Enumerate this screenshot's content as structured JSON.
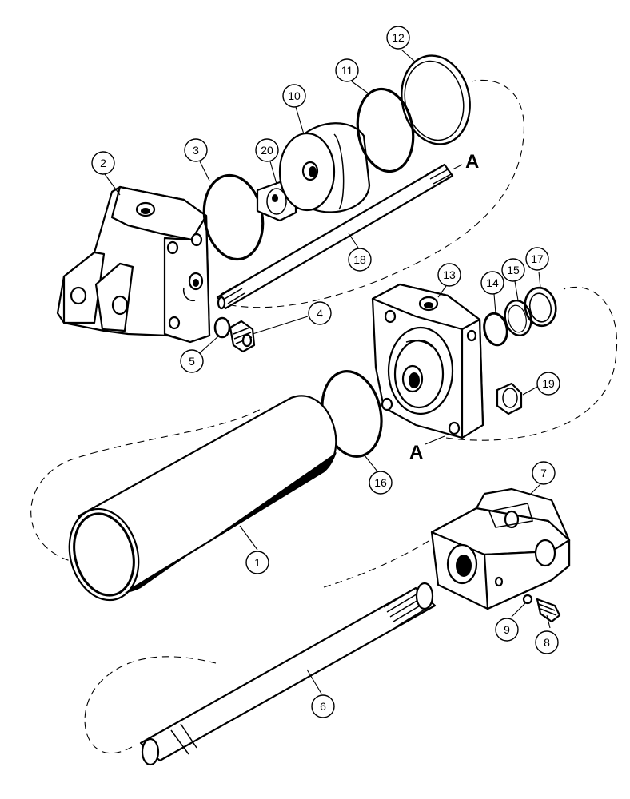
{
  "callouts": [
    "1",
    "2",
    "3",
    "4",
    "5",
    "6",
    "7",
    "8",
    "9",
    "10",
    "11",
    "12",
    "13",
    "14",
    "15",
    "16",
    "17",
    "18",
    "19",
    "20"
  ],
  "reference_marks": [
    "A",
    "A"
  ]
}
